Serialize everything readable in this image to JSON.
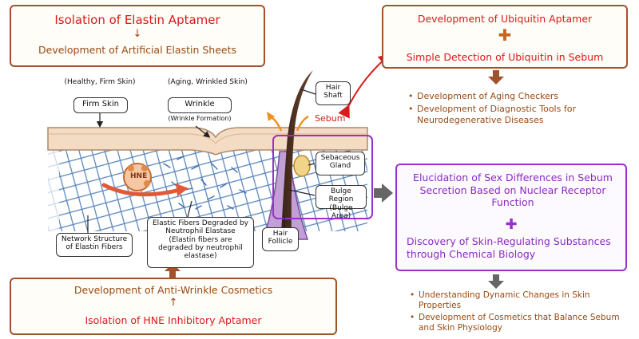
{
  "top_left": {
    "title": "Isolation of Elastin Aptamer",
    "subtitle": "Development of Artificial Elastin Sheets"
  },
  "top_right": {
    "title": "Development of Ubiquitin Aptamer",
    "subtitle": "Simple Detection of Ubiquitin in Sebum",
    "bullets": [
      "Development of Aging Checkers",
      "Development of Diagnostic Tools for Neurodegenerative Diseases"
    ]
  },
  "illustration": {
    "healthy_label": "(Healthy, Firm Skin)",
    "aging_label": "(Aging, Wrinkled Skin)",
    "firm_skin": "Firm Skin",
    "wrinkle": "Wrinkle",
    "wrinkle_sub": "(Wrinkle Formation)",
    "hair_shaft": "Hair Shaft",
    "sebum": "Sebum",
    "sebaceous_gland": "Sebaceous Gland",
    "bulge_region": "Bulge Region",
    "bulge_area": "(Bulge Area)",
    "hne": "HNE",
    "network_structure": "Network Structure of Elastin Fibers",
    "elastic_degraded": "Elastic Fibers Degraded by Neutrophil Elastase",
    "elastic_degraded_sub": "(Elastin fibers are degraded by neutrophil elastase)",
    "hair_follicle": "Hair Follicle"
  },
  "middle_right": {
    "title": "Elucidation of Sex Differences in Sebum Secretion Based on Nuclear Receptor Function",
    "subtitle": "Discovery of Skin-Regulating Substances through Chemical Biology",
    "bullets": [
      "Understanding Dynamic Changes in Skin Properties",
      "Development of Cosmetics that Balance Sebum and Skin Physiology"
    ]
  },
  "bottom_left": {
    "title": "Development of Anti-Wrinkle Cosmetics",
    "subtitle": "Isolation of HNE Inhibitory Aptamer"
  },
  "colors": {
    "brown": "#a0522d",
    "purple": "#9b30c8",
    "red": "#d81a1a",
    "skin": "#f3dcc3",
    "fiber": "#3a6fb0"
  }
}
